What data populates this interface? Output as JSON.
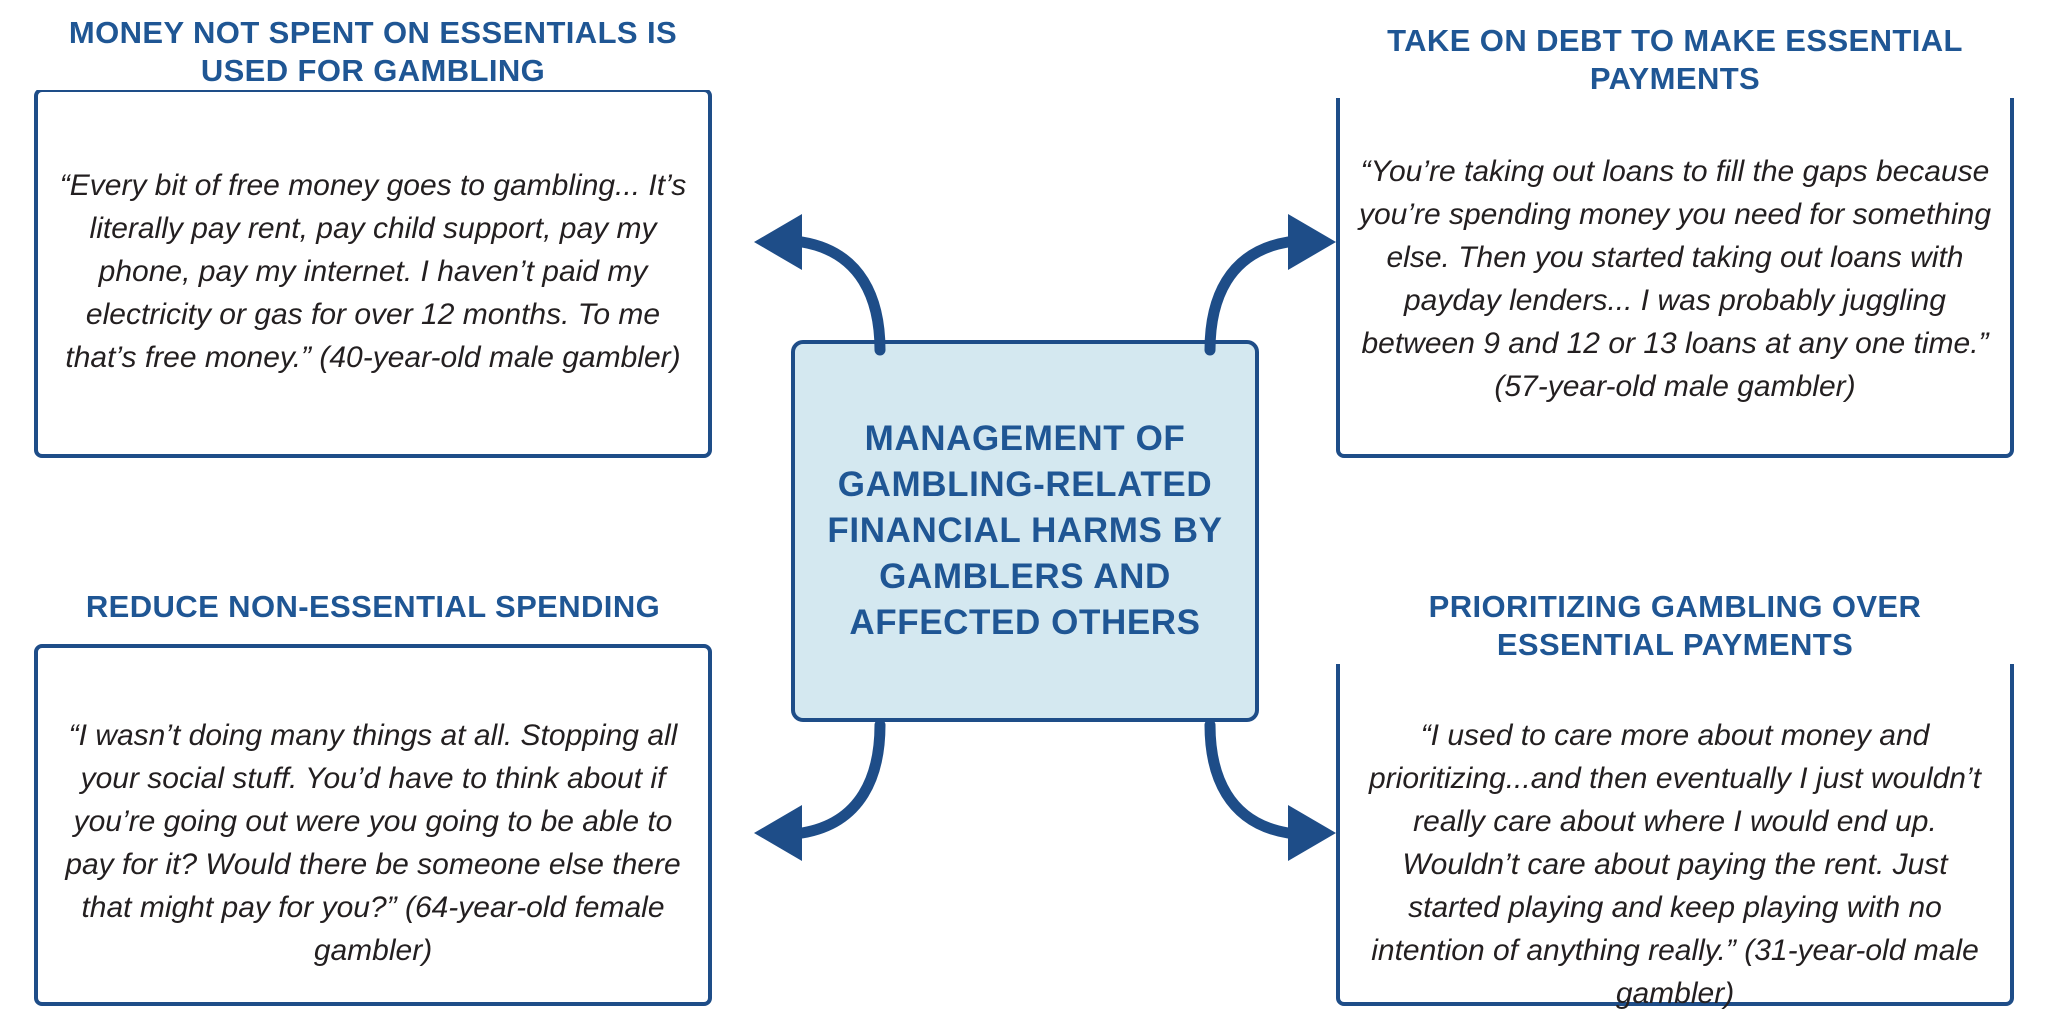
{
  "diagram": {
    "title": "Management of gambling-related financial harms by gamblers and affected others",
    "center": {
      "label": "MANAGEMENT OF GAMBLING-RELATED FINANCIAL HARMS BY GAMBLERS AND AFFECTED OTHERS",
      "fill_color": "#d4e8f0",
      "border_color": "#1e4d88",
      "text_color": "#1f5694"
    },
    "accent_color": "#1e4d88",
    "heading_color": "#1f5694",
    "quote_color": "#231f20",
    "background_color": "#ffffff",
    "boxes": [
      {
        "position": "top-left",
        "title": "MONEY NOT SPENT ON ESSENTIALS IS USED FOR GAMBLING",
        "quote": "“Every bit of free money goes to gambling... It’s literally pay rent, pay child support, pay my phone, pay my internet. I haven’t paid my electricity or gas for over 12 months. To me that’s free money.” (40-year-old male gambler)"
      },
      {
        "position": "top-right",
        "title": "TAKE ON DEBT TO MAKE ESSENTIAL PAYMENTS",
        "quote": "“You’re taking out loans to fill the gaps because you’re spending money you need for something else. Then you started taking out loans with payday lenders... I was probably juggling between 9 and 12 or 13 loans at any one time.” (57-year-old male gambler)"
      },
      {
        "position": "bottom-left",
        "title": "REDUCE NON-ESSENTIAL SPENDING",
        "quote": "“I wasn’t doing many things at all. Stopping all your social stuff. You’d have to think about if you’re going out were you going to be able to pay for it? Would there be someone else there that might pay for you?” (64-year-old female gambler)"
      },
      {
        "position": "bottom-right",
        "title": "PRIORITIZING GAMBLING OVER ESSENTIAL PAYMENTS",
        "quote": "“I used to care more about money and prioritizing...and then eventually I just wouldn’t really care about where I would end up. Wouldn’t care about paying the rent. Just started playing and keep playing with no intention of anything really.” (31-year-old male gambler)"
      }
    ],
    "arrows": [
      {
        "name": "arrow-center-to-top-left",
        "direction": "up-left",
        "icon": "curved-arrow-icon"
      },
      {
        "name": "arrow-center-to-top-right",
        "direction": "up-right",
        "icon": "curved-arrow-icon"
      },
      {
        "name": "arrow-center-to-bottom-left",
        "direction": "down-left",
        "icon": "curved-arrow-icon"
      },
      {
        "name": "arrow-center-to-bottom-right",
        "direction": "down-right",
        "icon": "curved-arrow-icon"
      }
    ]
  }
}
